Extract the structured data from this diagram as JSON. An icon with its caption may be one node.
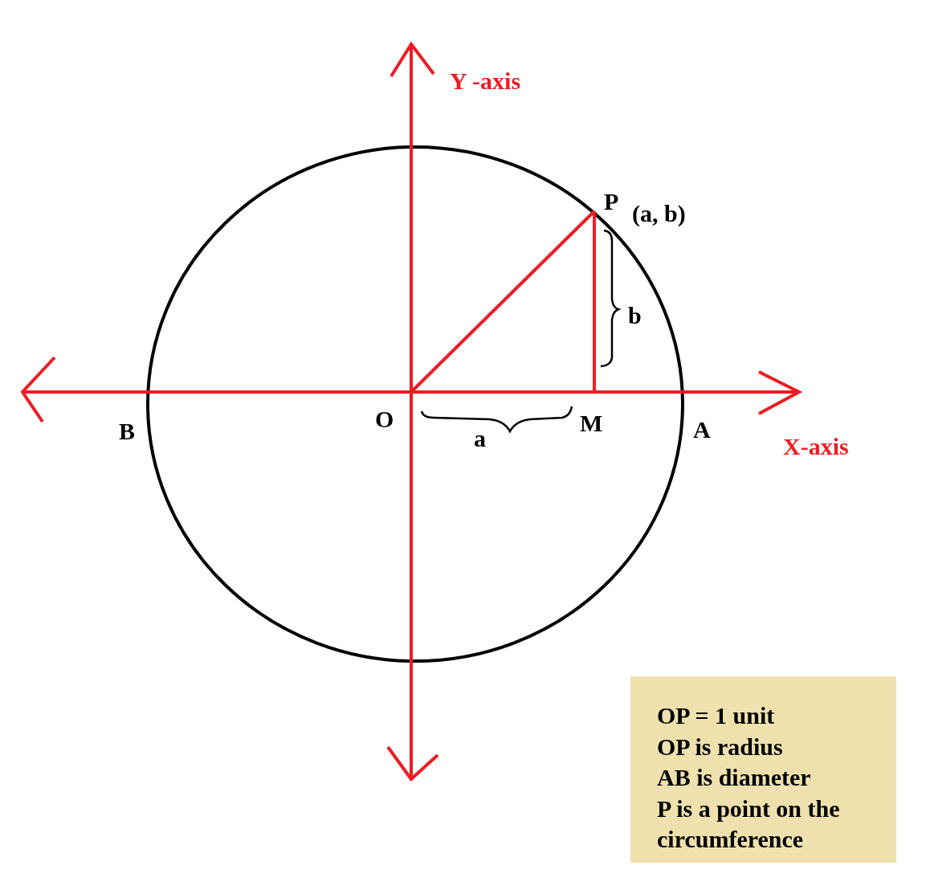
{
  "diagram": {
    "nodes": [
      {
        "text": [
          "OP = 1 unit",
          "OP is radius",
          "AB is diameter",
          "P is a point on the circumference"
        ]
      }
    ],
    "labels": [
      "Y -axis",
      "P",
      "(a, b)",
      "b",
      "O",
      "M",
      "A",
      "B",
      "a",
      "X-axis"
    ]
  }
}
